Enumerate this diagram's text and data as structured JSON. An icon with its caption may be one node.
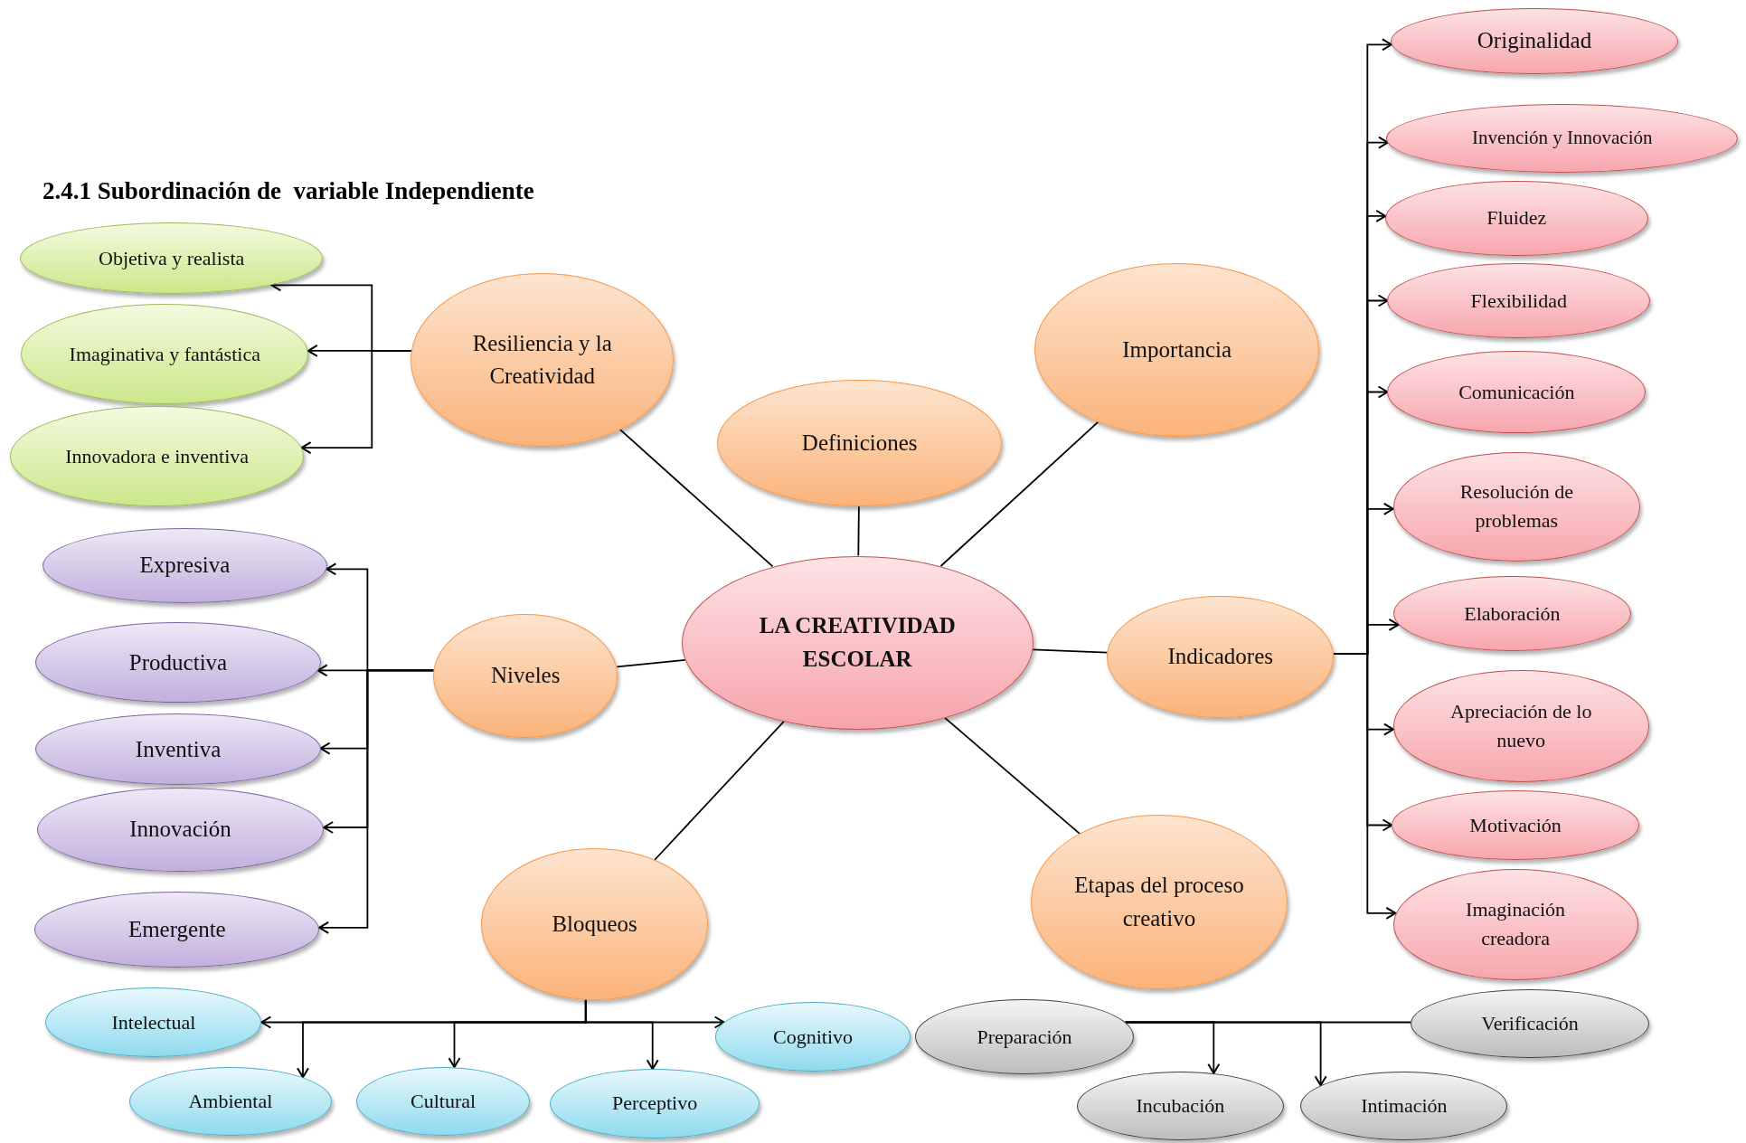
{
  "diagram": {
    "title": "2.4.1 Subordinación de  variable Independiente",
    "nodes": [
      {
        "text": [
          "LA CREATIVIDAD ESCOLAR"
        ]
      },
      {
        "text": [
          "Resiliencia y la Creatividad"
        ]
      },
      {
        "text": [
          "Definiciones"
        ]
      },
      {
        "text": [
          "Importancia"
        ]
      },
      {
        "text": [
          "Niveles"
        ]
      },
      {
        "text": [
          "Indicadores"
        ]
      },
      {
        "text": [
          "Bloqueos"
        ]
      },
      {
        "text": [
          "Etapas del proceso creativo"
        ]
      },
      {
        "text": [
          "Objetiva y realista"
        ]
      },
      {
        "text": [
          "Imaginativa y fantástica"
        ]
      },
      {
        "text": [
          "Innovadora e inventiva"
        ]
      },
      {
        "text": [
          "Expresiva"
        ]
      },
      {
        "text": [
          "Productiva"
        ]
      },
      {
        "text": [
          "Inventiva"
        ]
      },
      {
        "text": [
          "Innovación"
        ]
      },
      {
        "text": [
          "Emergente"
        ]
      },
      {
        "text": [
          "Originalidad"
        ]
      },
      {
        "text": [
          "Invención y Innovación"
        ]
      },
      {
        "text": [
          "Fluidez"
        ]
      },
      {
        "text": [
          "Flexibilidad"
        ]
      },
      {
        "text": [
          "Comunicación"
        ]
      },
      {
        "text": [
          "Resolución de problemas"
        ]
      },
      {
        "text": [
          "Elaboración"
        ]
      },
      {
        "text": [
          "Apreciación de lo nuevo"
        ]
      },
      {
        "text": [
          "Motivación"
        ]
      },
      {
        "text": [
          "Imaginación creadora"
        ]
      },
      {
        "text": [
          "Intelectual"
        ]
      },
      {
        "text": [
          "Ambiental"
        ]
      },
      {
        "text": [
          "Cultural"
        ]
      },
      {
        "text": [
          "Perceptivo"
        ]
      },
      {
        "text": [
          "Cognitivo"
        ]
      },
      {
        "text": [
          "Preparación"
        ]
      },
      {
        "text": [
          "Incubación"
        ]
      },
      {
        "text": [
          "Intimación"
        ]
      },
      {
        "text": [
          "Verificación"
        ]
      }
    ],
    "edges": [
      {
        "from": 0,
        "to": 1,
        "arrow": "none"
      },
      {
        "from": 0,
        "to": 2,
        "arrow": "none"
      },
      {
        "from": 0,
        "to": 3,
        "arrow": "none"
      },
      {
        "from": 0,
        "to": 4,
        "arrow": "none"
      },
      {
        "from": 0,
        "to": 5,
        "arrow": "none"
      },
      {
        "from": 0,
        "to": 6,
        "arrow": "none"
      },
      {
        "from": 0,
        "to": 7,
        "arrow": "none"
      },
      {
        "from": 1,
        "to": 8,
        "arrow": "to"
      },
      {
        "from": 1,
        "to": 9,
        "arrow": "to"
      },
      {
        "from": 1,
        "to": 10,
        "arrow": "to"
      },
      {
        "from": 4,
        "to": 11,
        "arrow": "to"
      },
      {
        "from": 4,
        "to": 12,
        "arrow": "to"
      },
      {
        "from": 4,
        "to": 13,
        "arrow": "to"
      },
      {
        "from": 4,
        "to": 14,
        "arrow": "to"
      },
      {
        "from": 4,
        "to": 15,
        "arrow": "to"
      },
      {
        "from": 5,
        "to": 16,
        "arrow": "to"
      },
      {
        "from": 5,
        "to": 17,
        "arrow": "to"
      },
      {
        "from": 5,
        "to": 18,
        "arrow": "to"
      },
      {
        "from": 5,
        "to": 19,
        "arrow": "to"
      },
      {
        "from": 5,
        "to": 20,
        "arrow": "to"
      },
      {
        "from": 5,
        "to": 21,
        "arrow": "to"
      },
      {
        "from": 5,
        "to": 22,
        "arrow": "to"
      },
      {
        "from": 5,
        "to": 23,
        "arrow": "to"
      },
      {
        "from": 5,
        "to": 24,
        "arrow": "to"
      },
      {
        "from": 5,
        "to": 25,
        "arrow": "to"
      },
      {
        "from": 6,
        "to": 26,
        "arrow": "to"
      },
      {
        "from": 6,
        "to": 27,
        "arrow": "to"
      },
      {
        "from": 6,
        "to": 28,
        "arrow": "to"
      },
      {
        "from": 6,
        "to": 29,
        "arrow": "to"
      },
      {
        "from": 6,
        "to": 30,
        "arrow": "to"
      },
      {
        "from": 31,
        "to": 32,
        "arrow": "to"
      },
      {
        "from": 31,
        "to": 33,
        "arrow": "to"
      },
      {
        "from": 31,
        "to": 34,
        "arrow": "none"
      }
    ]
  }
}
